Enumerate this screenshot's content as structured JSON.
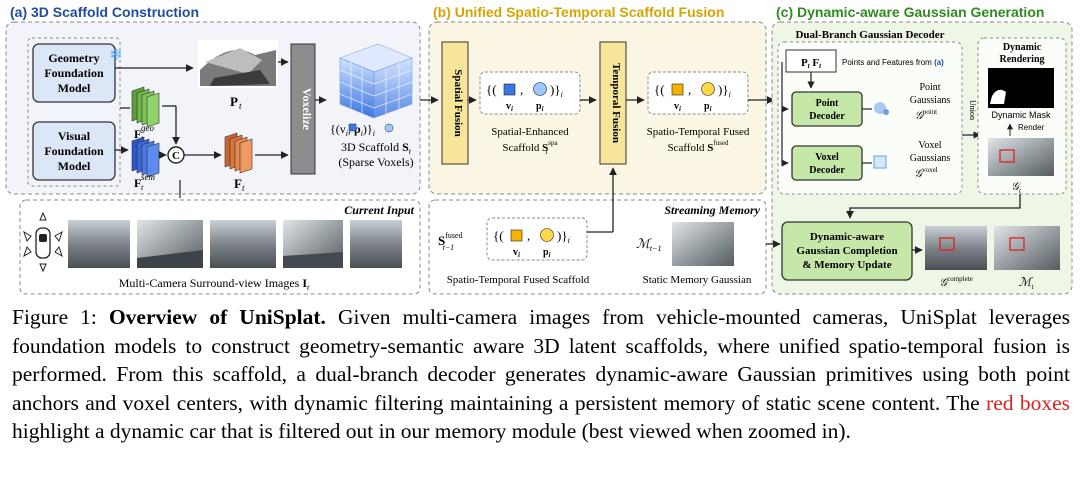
{
  "panels": {
    "a_title": "(a) 3D Scaffold Construction",
    "b_title": "(b) Unified Spatio-Temporal Scaffold Fusion",
    "c_title": "(c) Dynamic-aware Gaussian Generation"
  },
  "panel_a": {
    "geometry_model": [
      "Geometry",
      "Foundation",
      "Model"
    ],
    "visual_model": [
      "Visual",
      "Foundation",
      "Model"
    ],
    "f_geo": "geo",
    "f_sem": "sem",
    "p_t": "P",
    "f_t": "F",
    "concat_symbol": "C",
    "voxelize": "Voxelize",
    "scaffold_label": "3D Scaffold",
    "scaffold_sub": "(Sparse Voxels)",
    "current_input": "Current Input",
    "multicam_label": "Multi-Camera Surround-view Images"
  },
  "panel_b": {
    "spatial_fusion": "Spatial Fusion",
    "temporal_fusion": "Temporal Fusion",
    "spatial_enhanced_1": "Spatial-Enhanced",
    "spatial_enhanced_2": "Scaffold",
    "st_fused_1": "Spatio-Temporal Fused",
    "st_fused_2": "Scaffold",
    "streaming_memory": "Streaming  Memory",
    "st_fused_prev": "Spatio-Temporal Fused Scaffold",
    "static_memory": "Static Memory Gaussian"
  },
  "panel_c": {
    "decoder_title": "Dual-Branch Gaussian Decoder",
    "points_features": "Points and Features from",
    "points_ref": "(a)",
    "point_decoder": [
      "Point",
      "Decoder"
    ],
    "voxel_decoder": [
      "Voxel",
      "Decoder"
    ],
    "point_gaussians": [
      "Point",
      "Gaussians"
    ],
    "voxel_gaussians": [
      "Voxel",
      "Gaussians"
    ],
    "union": "Union",
    "dynamic_rendering": [
      "Dynamic",
      "Rendering"
    ],
    "dynamic_mask": "Dynamic Mask",
    "render": "Render",
    "completion": [
      "Dynamic-aware",
      "Gaussian Completion",
      "& Memory Update"
    ]
  },
  "caption": {
    "label": "Figure 1:",
    "bold": "Overview of UniSplat.",
    "part1": "Given multi-camera images from vehicle-mounted cameras, UniSplat leverages foundation models to construct geometry-semantic aware 3D latent scaffolds, where unified spatio-temporal fusion is performed. From this scaffold, a dual-branch decoder generates dynamic-aware Gaussian primitives using both point anchors and voxel centers, with dynamic filtering maintaining a persistent memory of static scene content. The",
    "red": "red boxes",
    "part2": "highlight a dynamic car that is filtered out in our memory module (best viewed when zoomed in)."
  },
  "colors": {
    "panel_a_title": "#1f4e9c",
    "panel_b_title": "#d6a400",
    "panel_c_title": "#2e8b1f",
    "highlight_red": "#e02020"
  }
}
